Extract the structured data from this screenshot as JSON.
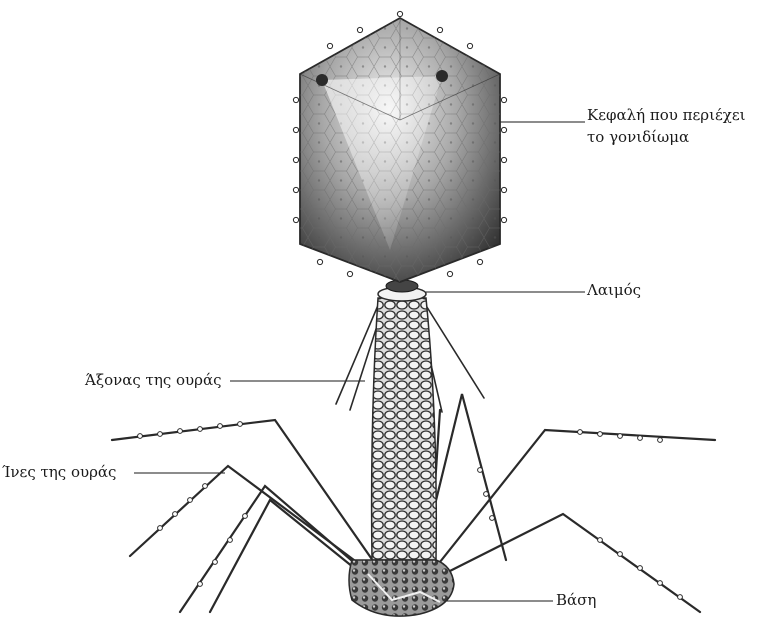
{
  "labels": {
    "head_line1": "Κεφαλή που περιέχει",
    "head_line2": "το γονιδίωμα",
    "neck": "Λαιμός",
    "tail_sheath": "Άξονας της ουράς",
    "tail_fibers": "Ίνες της ουράς",
    "base_plate": "Βάση"
  },
  "colors": {
    "ink": "#1a1a1a",
    "capsid_dark": "#3c3c3c",
    "capsid_mid": "#8a8a8a",
    "capsid_light": "#e6e6e6",
    "fiber": "#2a2a2a"
  }
}
